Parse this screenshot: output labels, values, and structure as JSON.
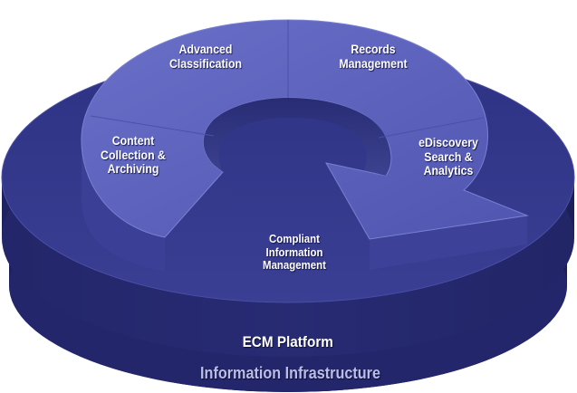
{
  "segments": {
    "advanced_classification": [
      "Advanced",
      "Classification"
    ],
    "records_management": [
      "Records",
      "Management"
    ],
    "content_collection": [
      "Content",
      "Collection &",
      "Archiving"
    ],
    "ediscovery": [
      "eDiscovery",
      "Search &",
      "Analytics"
    ]
  },
  "center_label": [
    "Compliant",
    "Information",
    "Management"
  ],
  "platform_layer": "ECM Platform",
  "infrastructure_layer": "Information Infrastructure",
  "colors": {
    "disc_top": "#3a3f8e",
    "disc_side": "#25286a",
    "ring_top": "#5d63bd",
    "ring_side": "#393d93",
    "platform_text": "#ffffff",
    "infrastructure_text": "#b9bde8"
  }
}
